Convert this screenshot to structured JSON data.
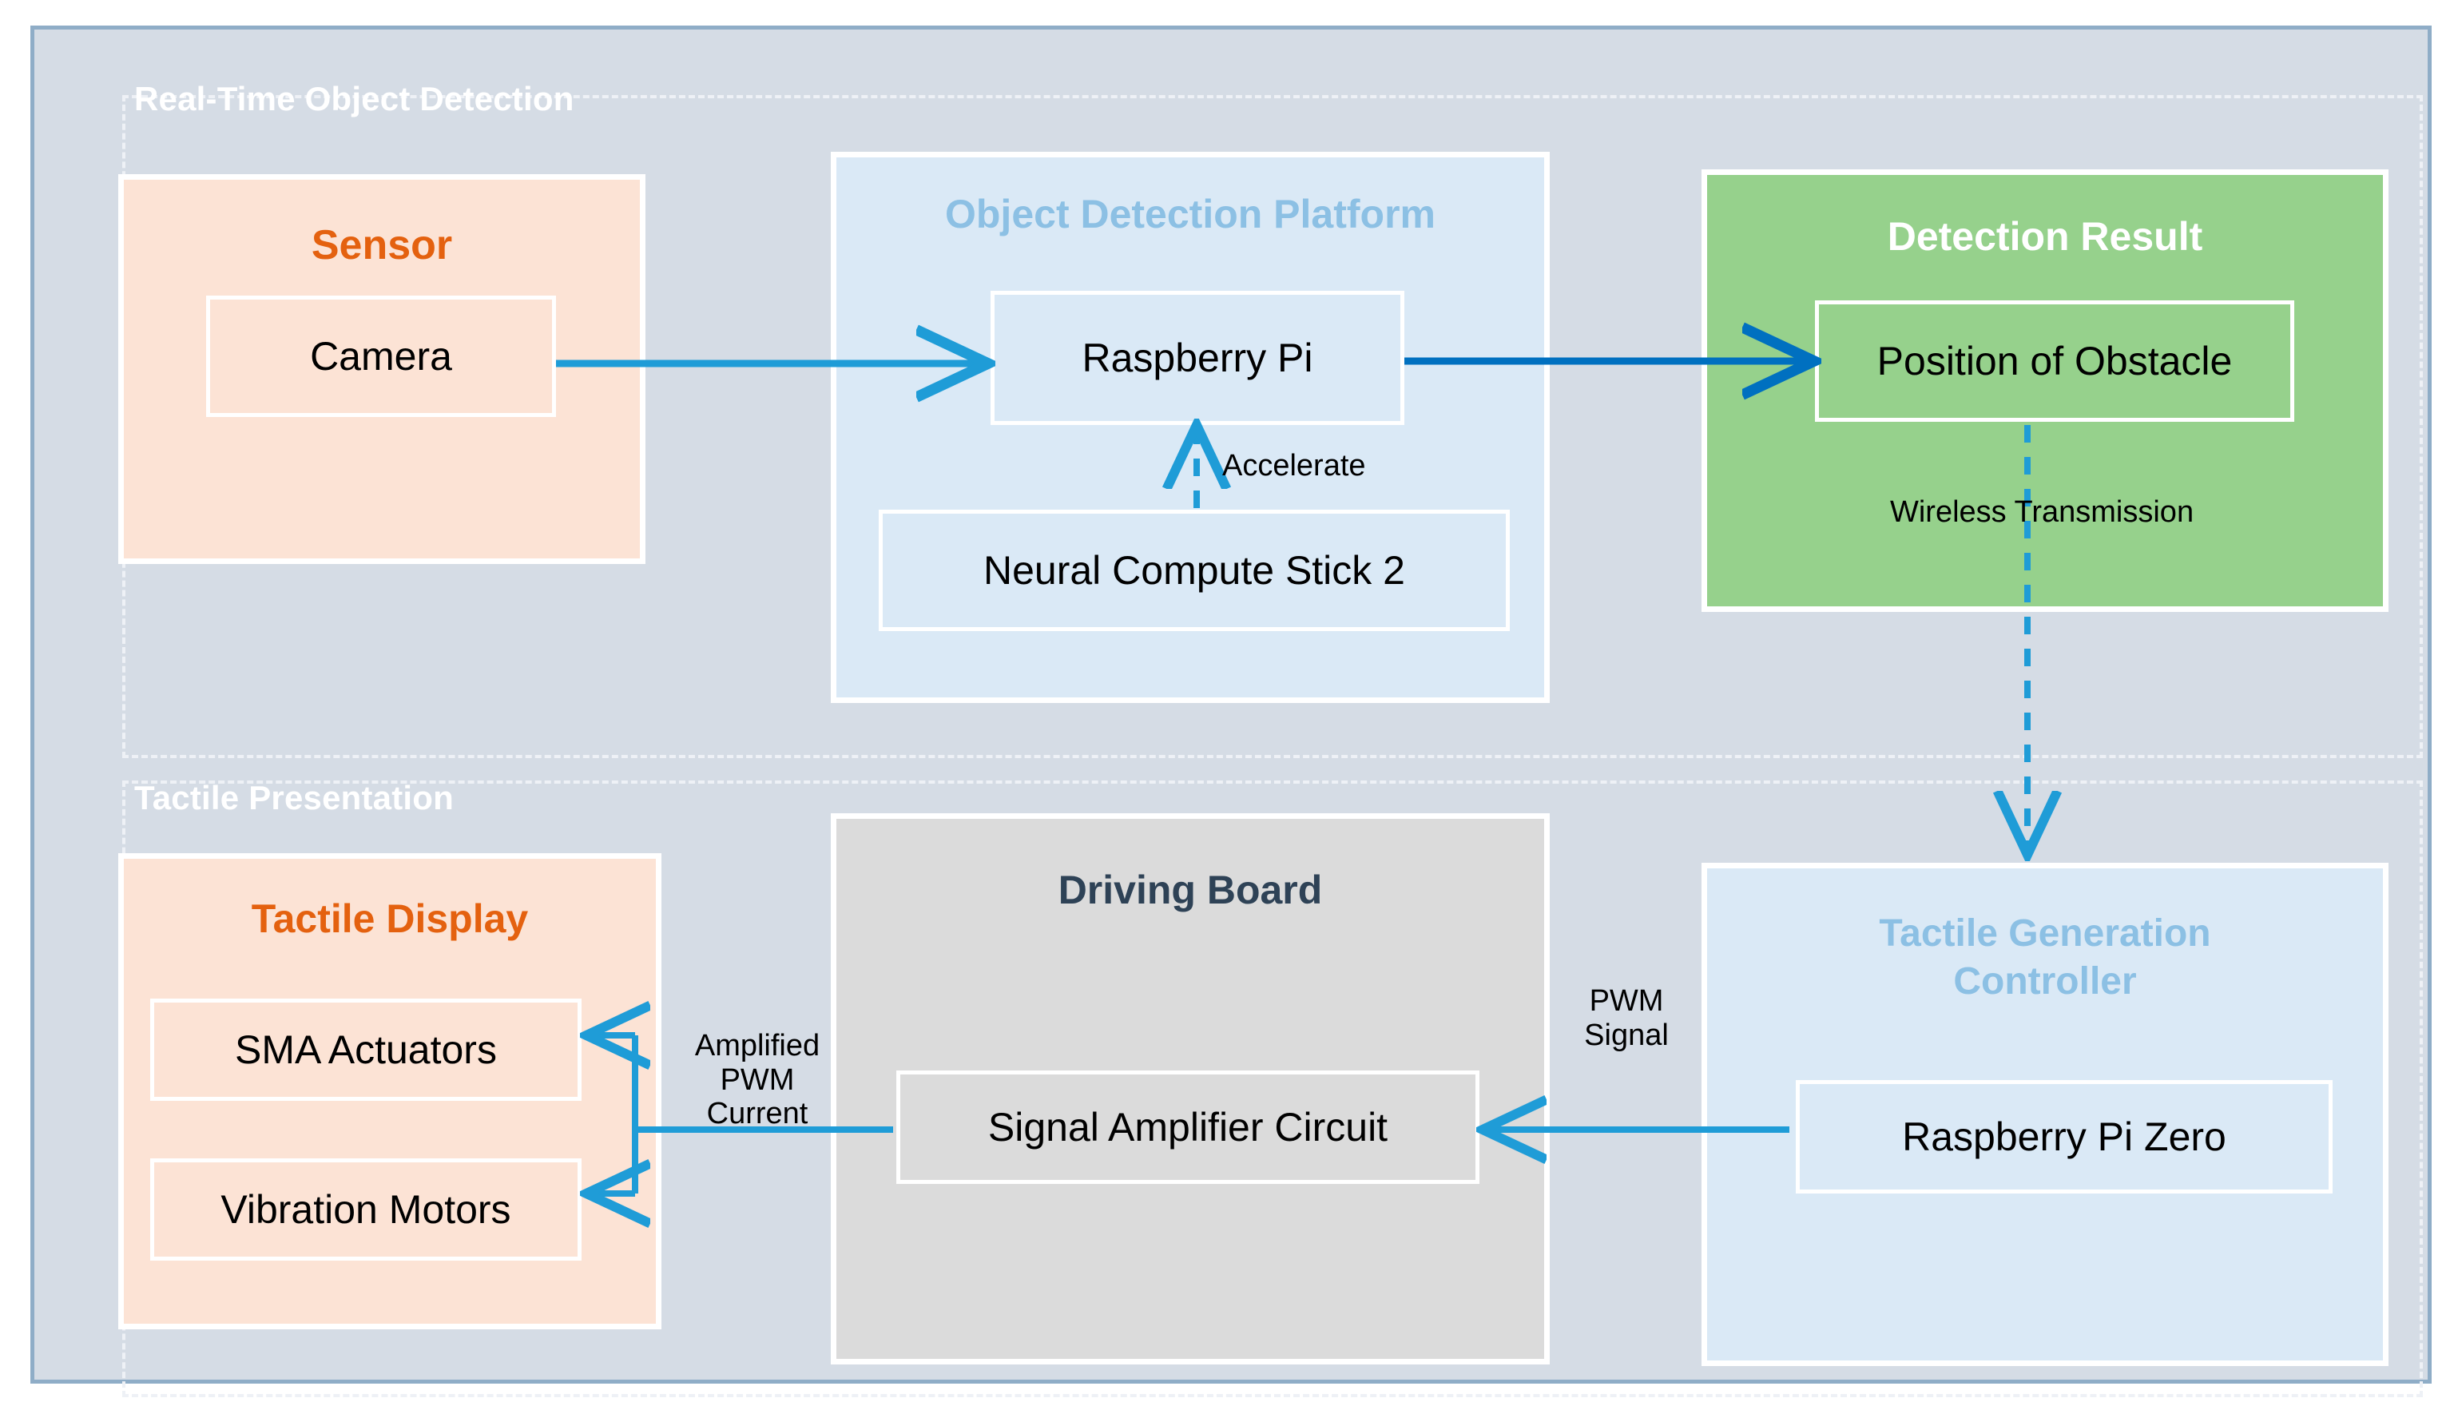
{
  "diagram": {
    "groups": [
      {
        "id": "real-time-object-detection",
        "title": "Real-Time Object Detection"
      },
      {
        "id": "tactile-presentation",
        "title": "Tactile Presentation"
      }
    ],
    "regions": {
      "sensor": {
        "title": "Sensor",
        "color": "#fce3d5",
        "title_color": "#e4610f"
      },
      "platform": {
        "title": "Object Detection Platform",
        "color": "#dae9f6",
        "title_color": "#8cc0e4"
      },
      "detection_result": {
        "title": "Detection Result",
        "color": "#96d18c",
        "title_color": "#ffffff"
      },
      "tactile_display": {
        "title": "Tactile Display",
        "color": "#fce3d5",
        "title_color": "#e4610f"
      },
      "driving_board": {
        "title": "Driving Board",
        "color": "#dbdbdb",
        "title_color": "#2e4256"
      },
      "tactile_generation_controller": {
        "title": "Tactile Generation Controller",
        "title_line1": "Tactile Generation",
        "title_line2": "Controller",
        "color": "#dae9f6",
        "title_color": "#8cc0e4"
      }
    },
    "nodes": {
      "camera": "Camera",
      "raspberry_pi": "Raspberry Pi",
      "neural_compute_stick": "Neural Compute Stick 2",
      "position_of_obstacle": "Position of Obstacle",
      "sma_actuators": "SMA Actuators",
      "vibration_motors": "Vibration Motors",
      "signal_amplifier_circuit": "Signal Amplifier Circuit",
      "raspberry_pi_zero": "Raspberry Pi Zero"
    },
    "edge_labels": {
      "accelerate": "Accelerate",
      "wireless_transmission": "Wireless Transmission",
      "amplified_pwm_current_line1": "Amplified",
      "amplified_pwm_current_line2": "PWM",
      "amplified_pwm_current_line3": "Current",
      "pwm_signal_line1": "PWM",
      "pwm_signal_line2": "Signal"
    },
    "colors": {
      "canvas_background": "#d5dce5",
      "frame_border": "#8fadc7",
      "dashed_border": "#eef1f6",
      "arrow_light_blue": "#1f9cd7",
      "arrow_dark_blue": "#0070c0",
      "box_border": "#ffffff"
    }
  }
}
